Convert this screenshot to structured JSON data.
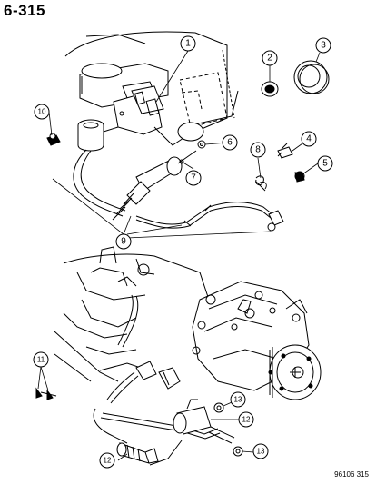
{
  "header": {
    "page_number": "6-315"
  },
  "footer": {
    "figure_ref": "96106 315"
  },
  "callouts": {
    "c1": "1",
    "c2": "2",
    "c3": "3",
    "c4": "4",
    "c5": "5",
    "c6": "6",
    "c7": "7",
    "c8": "8",
    "c9": "9",
    "c10": "10",
    "c11": "11",
    "c12a": "12",
    "c12b": "12",
    "c13a": "13",
    "c13b": "13"
  }
}
